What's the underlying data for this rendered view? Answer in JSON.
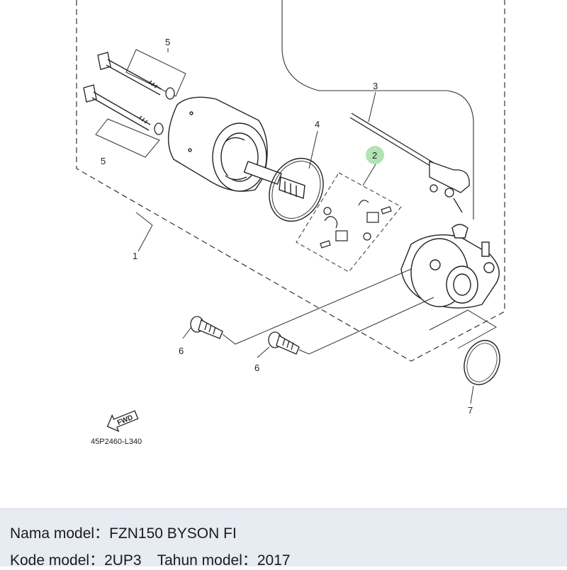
{
  "diagram": {
    "callouts": {
      "c1": "1",
      "c2": "2",
      "c3": "3",
      "c4": "4",
      "c5a": "5",
      "c5b": "5",
      "c6a": "6",
      "c6b": "6",
      "c7": "7"
    },
    "fwd_label": "FWD",
    "drawing_code": "45P2460-L340",
    "highlight_color": "#7fd07f"
  },
  "info": {
    "model_name_label": "Nama model：",
    "model_name_value": "FZN150 BYSON FI",
    "model_code_label": "Kode model：",
    "model_code_value": "2UP3",
    "model_year_label": "Tahun model：",
    "model_year_value": "2017"
  }
}
